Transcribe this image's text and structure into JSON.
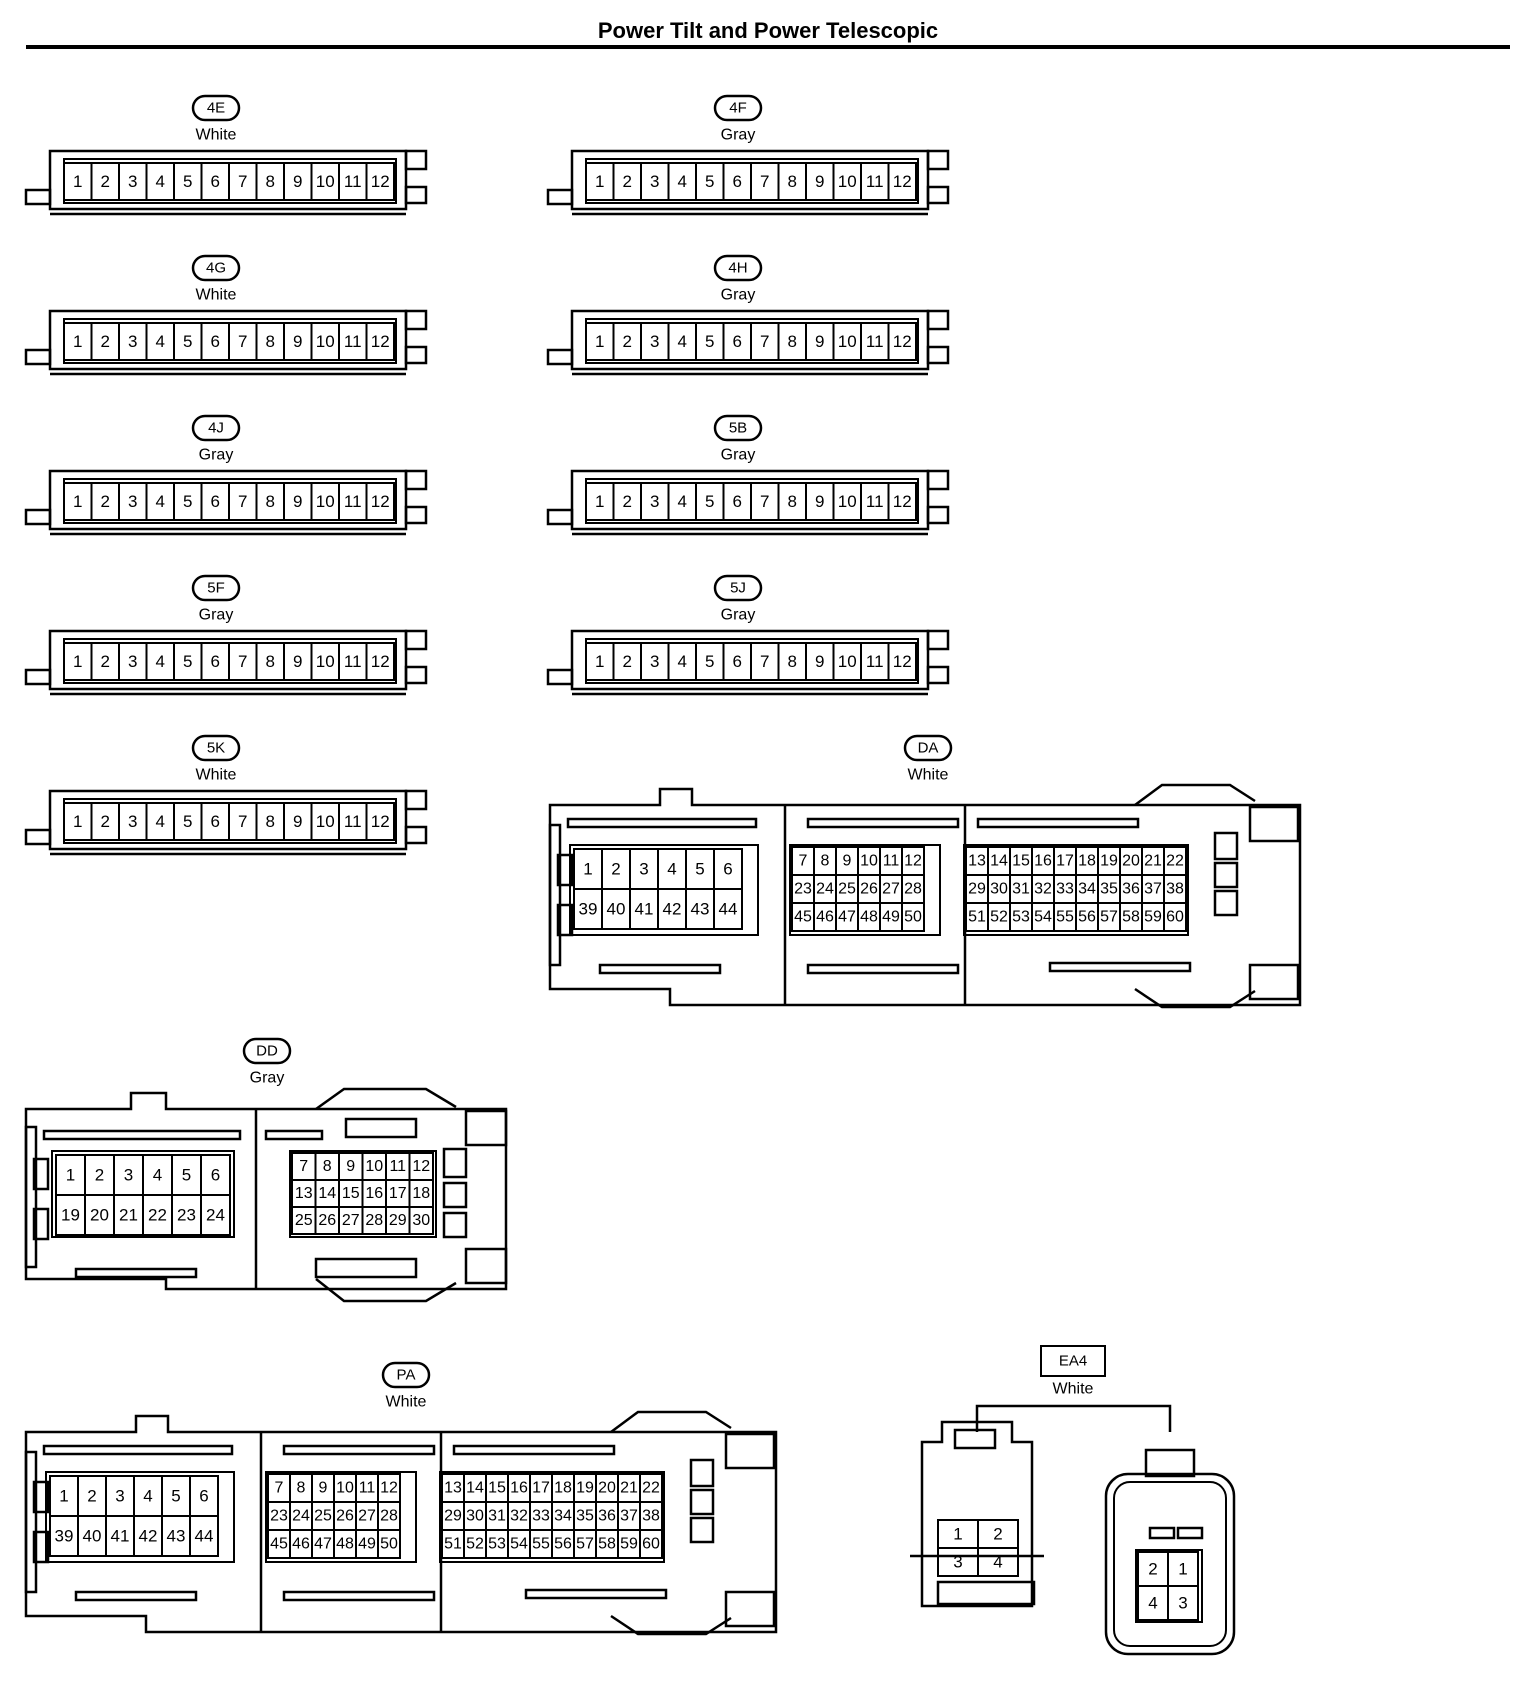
{
  "title": "Power Tilt and Power Telescopic",
  "connectors": {
    "c4E": {
      "code": "4E",
      "color": "White",
      "pins": [
        "1",
        "2",
        "3",
        "4",
        "5",
        "6",
        "7",
        "8",
        "9",
        "10",
        "11",
        "12"
      ]
    },
    "c4F": {
      "code": "4F",
      "color": "Gray",
      "pins": [
        "1",
        "2",
        "3",
        "4",
        "5",
        "6",
        "7",
        "8",
        "9",
        "10",
        "11",
        "12"
      ]
    },
    "c4G": {
      "code": "4G",
      "color": "White",
      "pins": [
        "1",
        "2",
        "3",
        "4",
        "5",
        "6",
        "7",
        "8",
        "9",
        "10",
        "11",
        "12"
      ]
    },
    "c4H": {
      "code": "4H",
      "color": "Gray",
      "pins": [
        "1",
        "2",
        "3",
        "4",
        "5",
        "6",
        "7",
        "8",
        "9",
        "10",
        "11",
        "12"
      ]
    },
    "c4J": {
      "code": "4J",
      "color": "Gray",
      "pins": [
        "1",
        "2",
        "3",
        "4",
        "5",
        "6",
        "7",
        "8",
        "9",
        "10",
        "11",
        "12"
      ]
    },
    "c5B": {
      "code": "5B",
      "color": "Gray",
      "pins": [
        "1",
        "2",
        "3",
        "4",
        "5",
        "6",
        "7",
        "8",
        "9",
        "10",
        "11",
        "12"
      ]
    },
    "c5F": {
      "code": "5F",
      "color": "Gray",
      "pins": [
        "1",
        "2",
        "3",
        "4",
        "5",
        "6",
        "7",
        "8",
        "9",
        "10",
        "11",
        "12"
      ]
    },
    "c5J": {
      "code": "5J",
      "color": "Gray",
      "pins": [
        "1",
        "2",
        "3",
        "4",
        "5",
        "6",
        "7",
        "8",
        "9",
        "10",
        "11",
        "12"
      ]
    },
    "c5K": {
      "code": "5K",
      "color": "White",
      "pins": [
        "1",
        "2",
        "3",
        "4",
        "5",
        "6",
        "7",
        "8",
        "9",
        "10",
        "11",
        "12"
      ]
    },
    "cDA": {
      "code": "DA",
      "color": "White",
      "groupA": [
        [
          "1",
          "2",
          "3",
          "4",
          "5",
          "6"
        ],
        [
          "39",
          "40",
          "41",
          "42",
          "43",
          "44"
        ]
      ],
      "groupB": [
        [
          "7",
          "8",
          "9",
          "10",
          "11",
          "12"
        ],
        [
          "23",
          "24",
          "25",
          "26",
          "27",
          "28"
        ],
        [
          "45",
          "46",
          "47",
          "48",
          "49",
          "50"
        ]
      ],
      "groupC": [
        [
          "13",
          "14",
          "15",
          "16",
          "17",
          "18",
          "19",
          "20",
          "21",
          "22"
        ],
        [
          "29",
          "30",
          "31",
          "32",
          "33",
          "34",
          "35",
          "36",
          "37",
          "38"
        ],
        [
          "51",
          "52",
          "53",
          "54",
          "55",
          "56",
          "57",
          "58",
          "59",
          "60"
        ]
      ]
    },
    "cDD": {
      "code": "DD",
      "color": "Gray",
      "groupA": [
        [
          "1",
          "2",
          "3",
          "4",
          "5",
          "6"
        ],
        [
          "19",
          "20",
          "21",
          "22",
          "23",
          "24"
        ]
      ],
      "groupB": [
        [
          "7",
          "8",
          "9",
          "10",
          "11",
          "12"
        ],
        [
          "13",
          "14",
          "15",
          "16",
          "17",
          "18"
        ],
        [
          "25",
          "26",
          "27",
          "28",
          "29",
          "30"
        ]
      ]
    },
    "cPA": {
      "code": "PA",
      "color": "White",
      "groupA": [
        [
          "1",
          "2",
          "3",
          "4",
          "5",
          "6"
        ],
        [
          "39",
          "40",
          "41",
          "42",
          "43",
          "44"
        ]
      ],
      "groupB": [
        [
          "7",
          "8",
          "9",
          "10",
          "11",
          "12"
        ],
        [
          "23",
          "24",
          "25",
          "26",
          "27",
          "28"
        ],
        [
          "45",
          "46",
          "47",
          "48",
          "49",
          "50"
        ]
      ],
      "groupC": [
        [
          "13",
          "14",
          "15",
          "16",
          "17",
          "18",
          "19",
          "20",
          "21",
          "22"
        ],
        [
          "29",
          "30",
          "31",
          "32",
          "33",
          "34",
          "35",
          "36",
          "37",
          "38"
        ],
        [
          "51",
          "52",
          "53",
          "54",
          "55",
          "56",
          "57",
          "58",
          "59",
          "60"
        ]
      ]
    },
    "cEA4": {
      "code": "EA4",
      "color": "White",
      "left": [
        [
          "1",
          "2"
        ],
        [
          "3",
          "4"
        ]
      ],
      "right": [
        [
          "2",
          "1"
        ],
        [
          "4",
          "3"
        ]
      ]
    }
  }
}
